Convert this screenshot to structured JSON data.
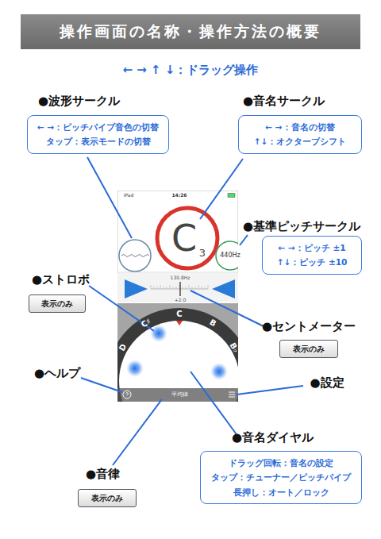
{
  "diagram": {
    "title": "操作画面の名称・操作方法の概要",
    "nodes": [
      {
        "text": [
          "●波形サークル",
          "← →：ピッチパイプ音色の切替",
          "タップ：表示モードの切替"
        ]
      },
      {
        "text": [
          "●音名サークル",
          "← →：音名の切替",
          "↑↓：オクターブシフト"
        ]
      },
      {
        "text": [
          "●基準ピッチサークル",
          "← →：ピッチ ±1",
          "↑↓：ピッチ ±10"
        ]
      },
      {
        "text": [
          "●ストロボ",
          "表示のみ"
        ]
      },
      {
        "text": [
          "●セントメーター",
          "表示のみ"
        ]
      },
      {
        "text": [
          "●音名ダイヤル",
          "ドラッグ回転：音名の設定",
          "タップ：チューナー／ピッチパイプ",
          "長押し：オート／ロック"
        ]
      },
      {
        "text": [
          "●音律",
          "表示のみ"
        ]
      }
    ],
    "labels": [
      "← → ↑ ↓：ドラッグ操作",
      "●ヘルプ",
      "●設定",
      "iPad",
      "14:26",
      "C",
      "3",
      "440Hz",
      "130.8Hz",
      "+2.0",
      "C",
      "C♯",
      "D",
      "B",
      "B♭",
      "平均律"
    ]
  }
}
